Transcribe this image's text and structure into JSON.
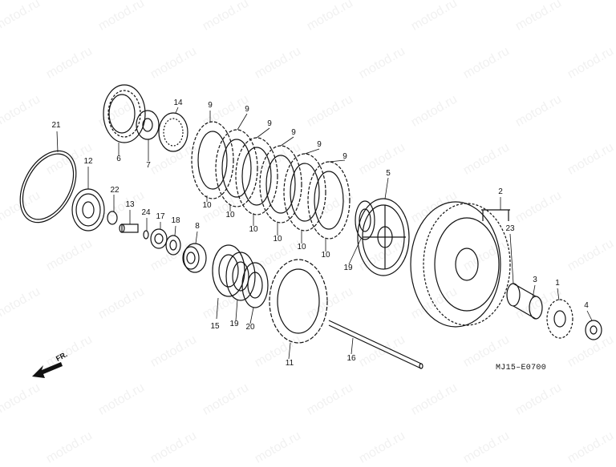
{
  "watermark": "motod.ru",
  "diagram_code": "MJ15–E0700",
  "direction_marker": "FR.",
  "callouts": [
    "21",
    "12",
    "22",
    "13",
    "24",
    "17",
    "18",
    "8",
    "6",
    "7",
    "14",
    "9",
    "9",
    "9",
    "9",
    "9",
    "9",
    "10",
    "10",
    "10",
    "10",
    "10",
    "10",
    "5",
    "19",
    "15",
    "19",
    "20",
    "11",
    "16",
    "2",
    "23",
    "3",
    "1",
    "4"
  ]
}
